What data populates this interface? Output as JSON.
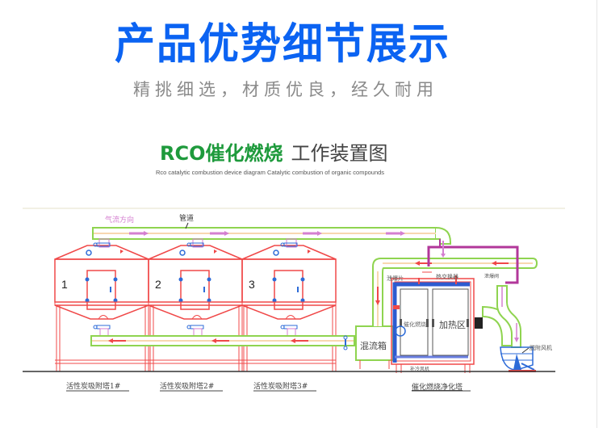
{
  "header": {
    "title": "产品优势细节展示",
    "subtitle": "精挑细选，材质优良，经久耐用"
  },
  "diagram_header": {
    "title_highlight": "RCO催化燃烧",
    "title_rest": "工作装置图",
    "english": "Rco catalytic combustion device diagram Catalytic combustion of organic compounds"
  },
  "diagram": {
    "labels": {
      "airflow_direction": "气流方向",
      "pipe": "管道",
      "explosion_disc": "泄爆片",
      "heat_exchanger": "热交换器",
      "explosion_valve": "泄爆阀",
      "catalytic_combustion": "催化燃烧",
      "heating_zone": "加热区",
      "mixing_box": "混流箱",
      "cooling_fan": "补冷风机",
      "desorption_fan": "脱附风机"
    },
    "towers": [
      {
        "number": "1",
        "caption": "活性炭吸附塔1#"
      },
      {
        "number": "2",
        "caption": "活性炭吸附塔2#"
      },
      {
        "number": "3",
        "caption": "活性炭吸附塔3#"
      }
    ],
    "purifier_caption": "催化燃烧净化塔",
    "colors": {
      "tower_line": "#f04848",
      "pipe_green": "#8fd450",
      "pipe_core": "#f8d7b0",
      "flow_arrow": "#d47fd0",
      "valve_blue": "#2d6bd8",
      "magenta": "#b2379a",
      "ground": "#333333"
    }
  }
}
